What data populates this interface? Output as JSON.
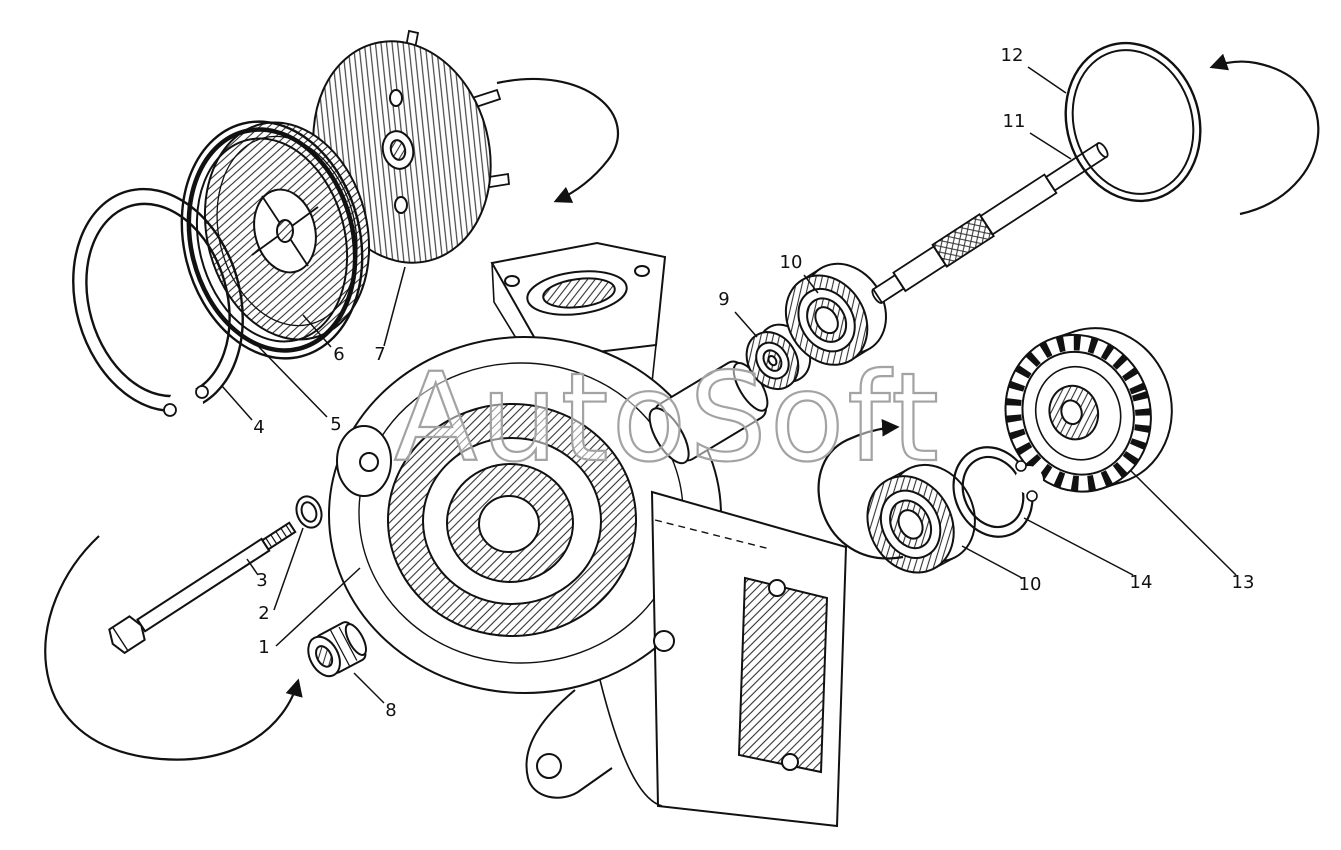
{
  "watermark": {
    "text": "AutoSoft"
  },
  "diagram": {
    "part_labels": [
      "1",
      "2",
      "3",
      "4",
      "5",
      "6",
      "7",
      "8",
      "9",
      "10",
      "10",
      "11",
      "12",
      "13",
      "14"
    ]
  }
}
